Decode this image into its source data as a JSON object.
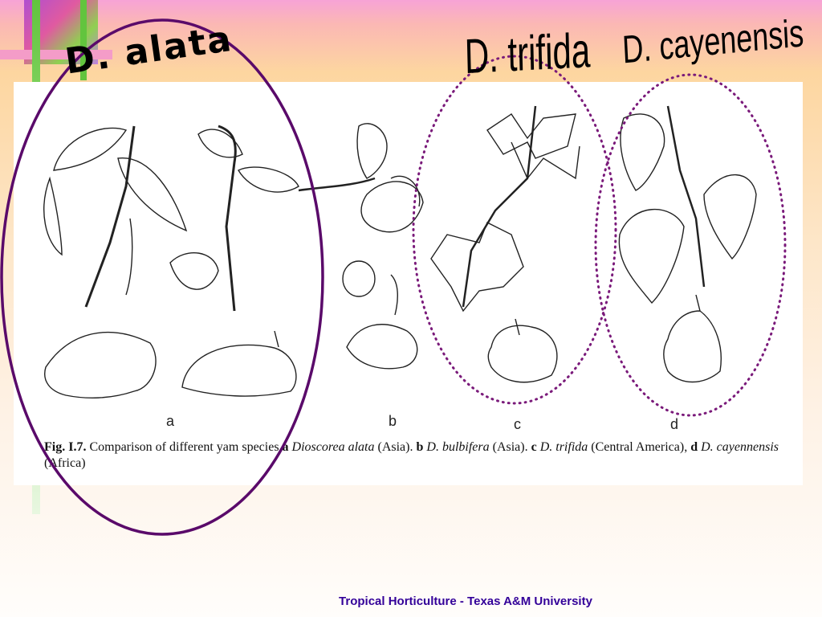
{
  "labels": {
    "alata": "D. alata",
    "trifida": "D. trifida",
    "cayenensis": "D. cayenensis"
  },
  "figure": {
    "panel_letters": [
      "a",
      "b",
      "c",
      "d"
    ],
    "caption": {
      "fig": "Fig. I.7.",
      "text1": " Comparison of different yam species ",
      "a": "a",
      "a_name": "Dioscorea alata",
      "a_region": " (Asia). ",
      "b": "b",
      "b_name": "D. bulbifera",
      "b_region": " (Asia). ",
      "c": "c",
      "c_name": "D. trifida",
      "c_region": " (Central America), ",
      "d": "d",
      "d_name": "D. cayennensis",
      "d_region": " (Africa)"
    }
  },
  "footer": "Tropical Horticulture - Texas A&M University",
  "colors": {
    "ellipse_solid": "#5a0a6a",
    "ellipse_dotted": "#7a1a7a",
    "footer_text": "#330099"
  }
}
